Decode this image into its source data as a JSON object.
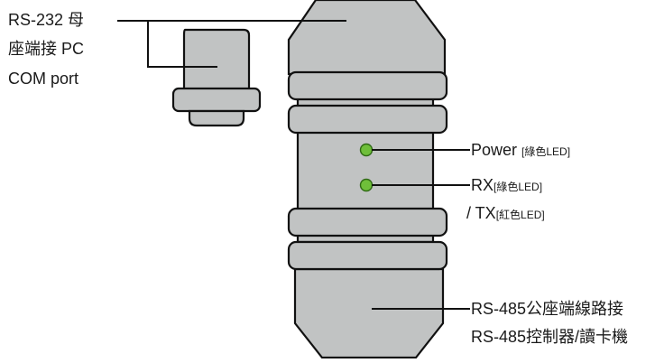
{
  "labels": {
    "rs232_line1": "RS-232 母",
    "rs232_line2": "座端接 PC",
    "rs232_line3": "COM port",
    "power_main": "Power ",
    "power_note": "[綠色LED]",
    "rx_main": "RX",
    "rx_note": "[綠色LED]",
    "tx_main": "/ TX",
    "tx_note": "[紅色LED]",
    "rs485_line1": "RS-485公座端線路接",
    "rs485_line2": "RS-485控制器/讀卡機"
  },
  "colors": {
    "body_fill": "#c1c3c3",
    "outline": "#111111",
    "led_green": "#6fbf3a"
  }
}
